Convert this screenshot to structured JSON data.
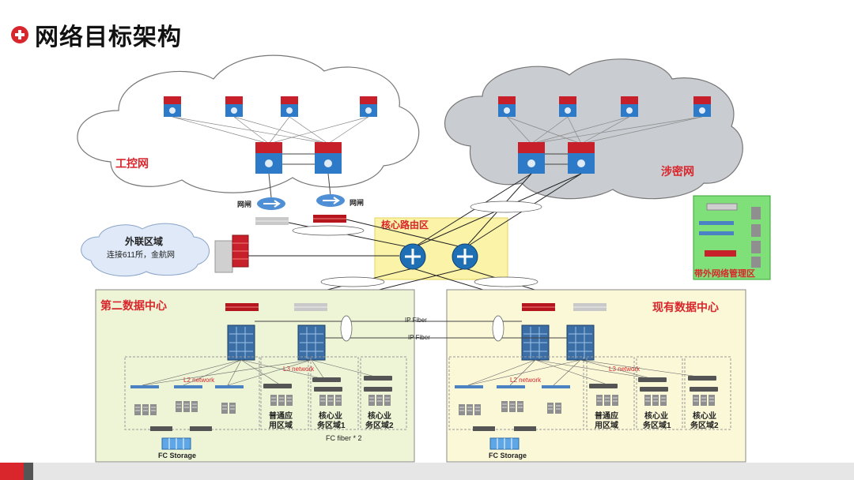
{
  "title": "网络目标架构",
  "zones": {
    "ics": "工控网",
    "classified": "涉密网",
    "external_title": "外联区域",
    "external_sub": "连接611所，金航网",
    "core": "核心路由区",
    "oob": "带外网络管理区",
    "dc2": "第二数据中心",
    "dc1": "现有数据中心"
  },
  "labels": {
    "gateway": "网闸",
    "ip_fiber": "IP Fiber",
    "l2_network": "L2 network",
    "l3_network": "L3 network",
    "fc_fiber": "FC fiber * 2",
    "fc_storage": "FC Storage",
    "area_general_1": "普通应",
    "area_general_2": "用区域",
    "area_core1_1": "核心业",
    "area_core1_2": "务区域1",
    "area_core2_1": "核心业",
    "area_core2_2": "务区域2"
  },
  "colors": {
    "accent": "#d9262c",
    "router": "#1f6fb5",
    "core_bg": "#fbf3a8",
    "dc_bg": "#eef4d6",
    "dc1_bg": "#fbf8d8",
    "cloud_gray": "#c9ccd0"
  }
}
